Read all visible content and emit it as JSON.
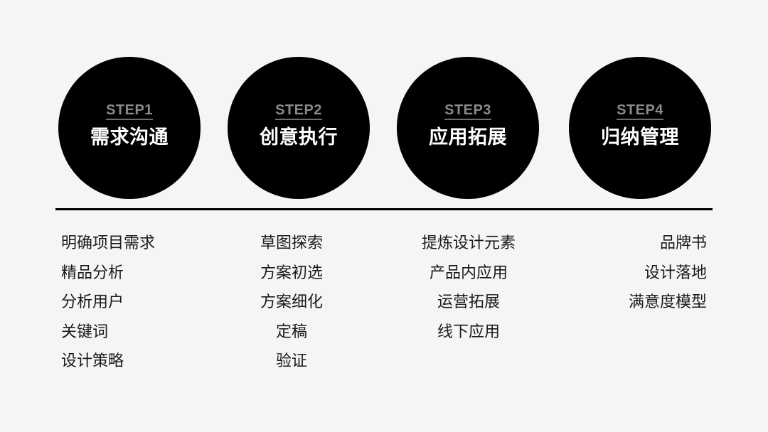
{
  "steps": [
    {
      "label": "STEP1",
      "title": "需求沟通",
      "items": [
        "明确项目需求",
        "精品分析",
        "分析用户",
        "关键词",
        "设计策略"
      ]
    },
    {
      "label": "STEP2",
      "title": "创意执行",
      "items": [
        "草图探索",
        "方案初选",
        "方案细化",
        "定稿",
        "验证"
      ]
    },
    {
      "label": "STEP3",
      "title": "应用拓展",
      "items": [
        "提炼设计元素",
        "产品内应用",
        "运营拓展",
        "线下应用"
      ]
    },
    {
      "label": "STEP4",
      "title": "归纳管理",
      "items": [
        "品牌书",
        "设计落地",
        "满意度模型"
      ]
    }
  ],
  "colors": {
    "background": "#f5f5f5",
    "circle": "#000000",
    "step_label": "#8a8a8a",
    "title": "#ffffff",
    "text": "#1a1a1a"
  }
}
